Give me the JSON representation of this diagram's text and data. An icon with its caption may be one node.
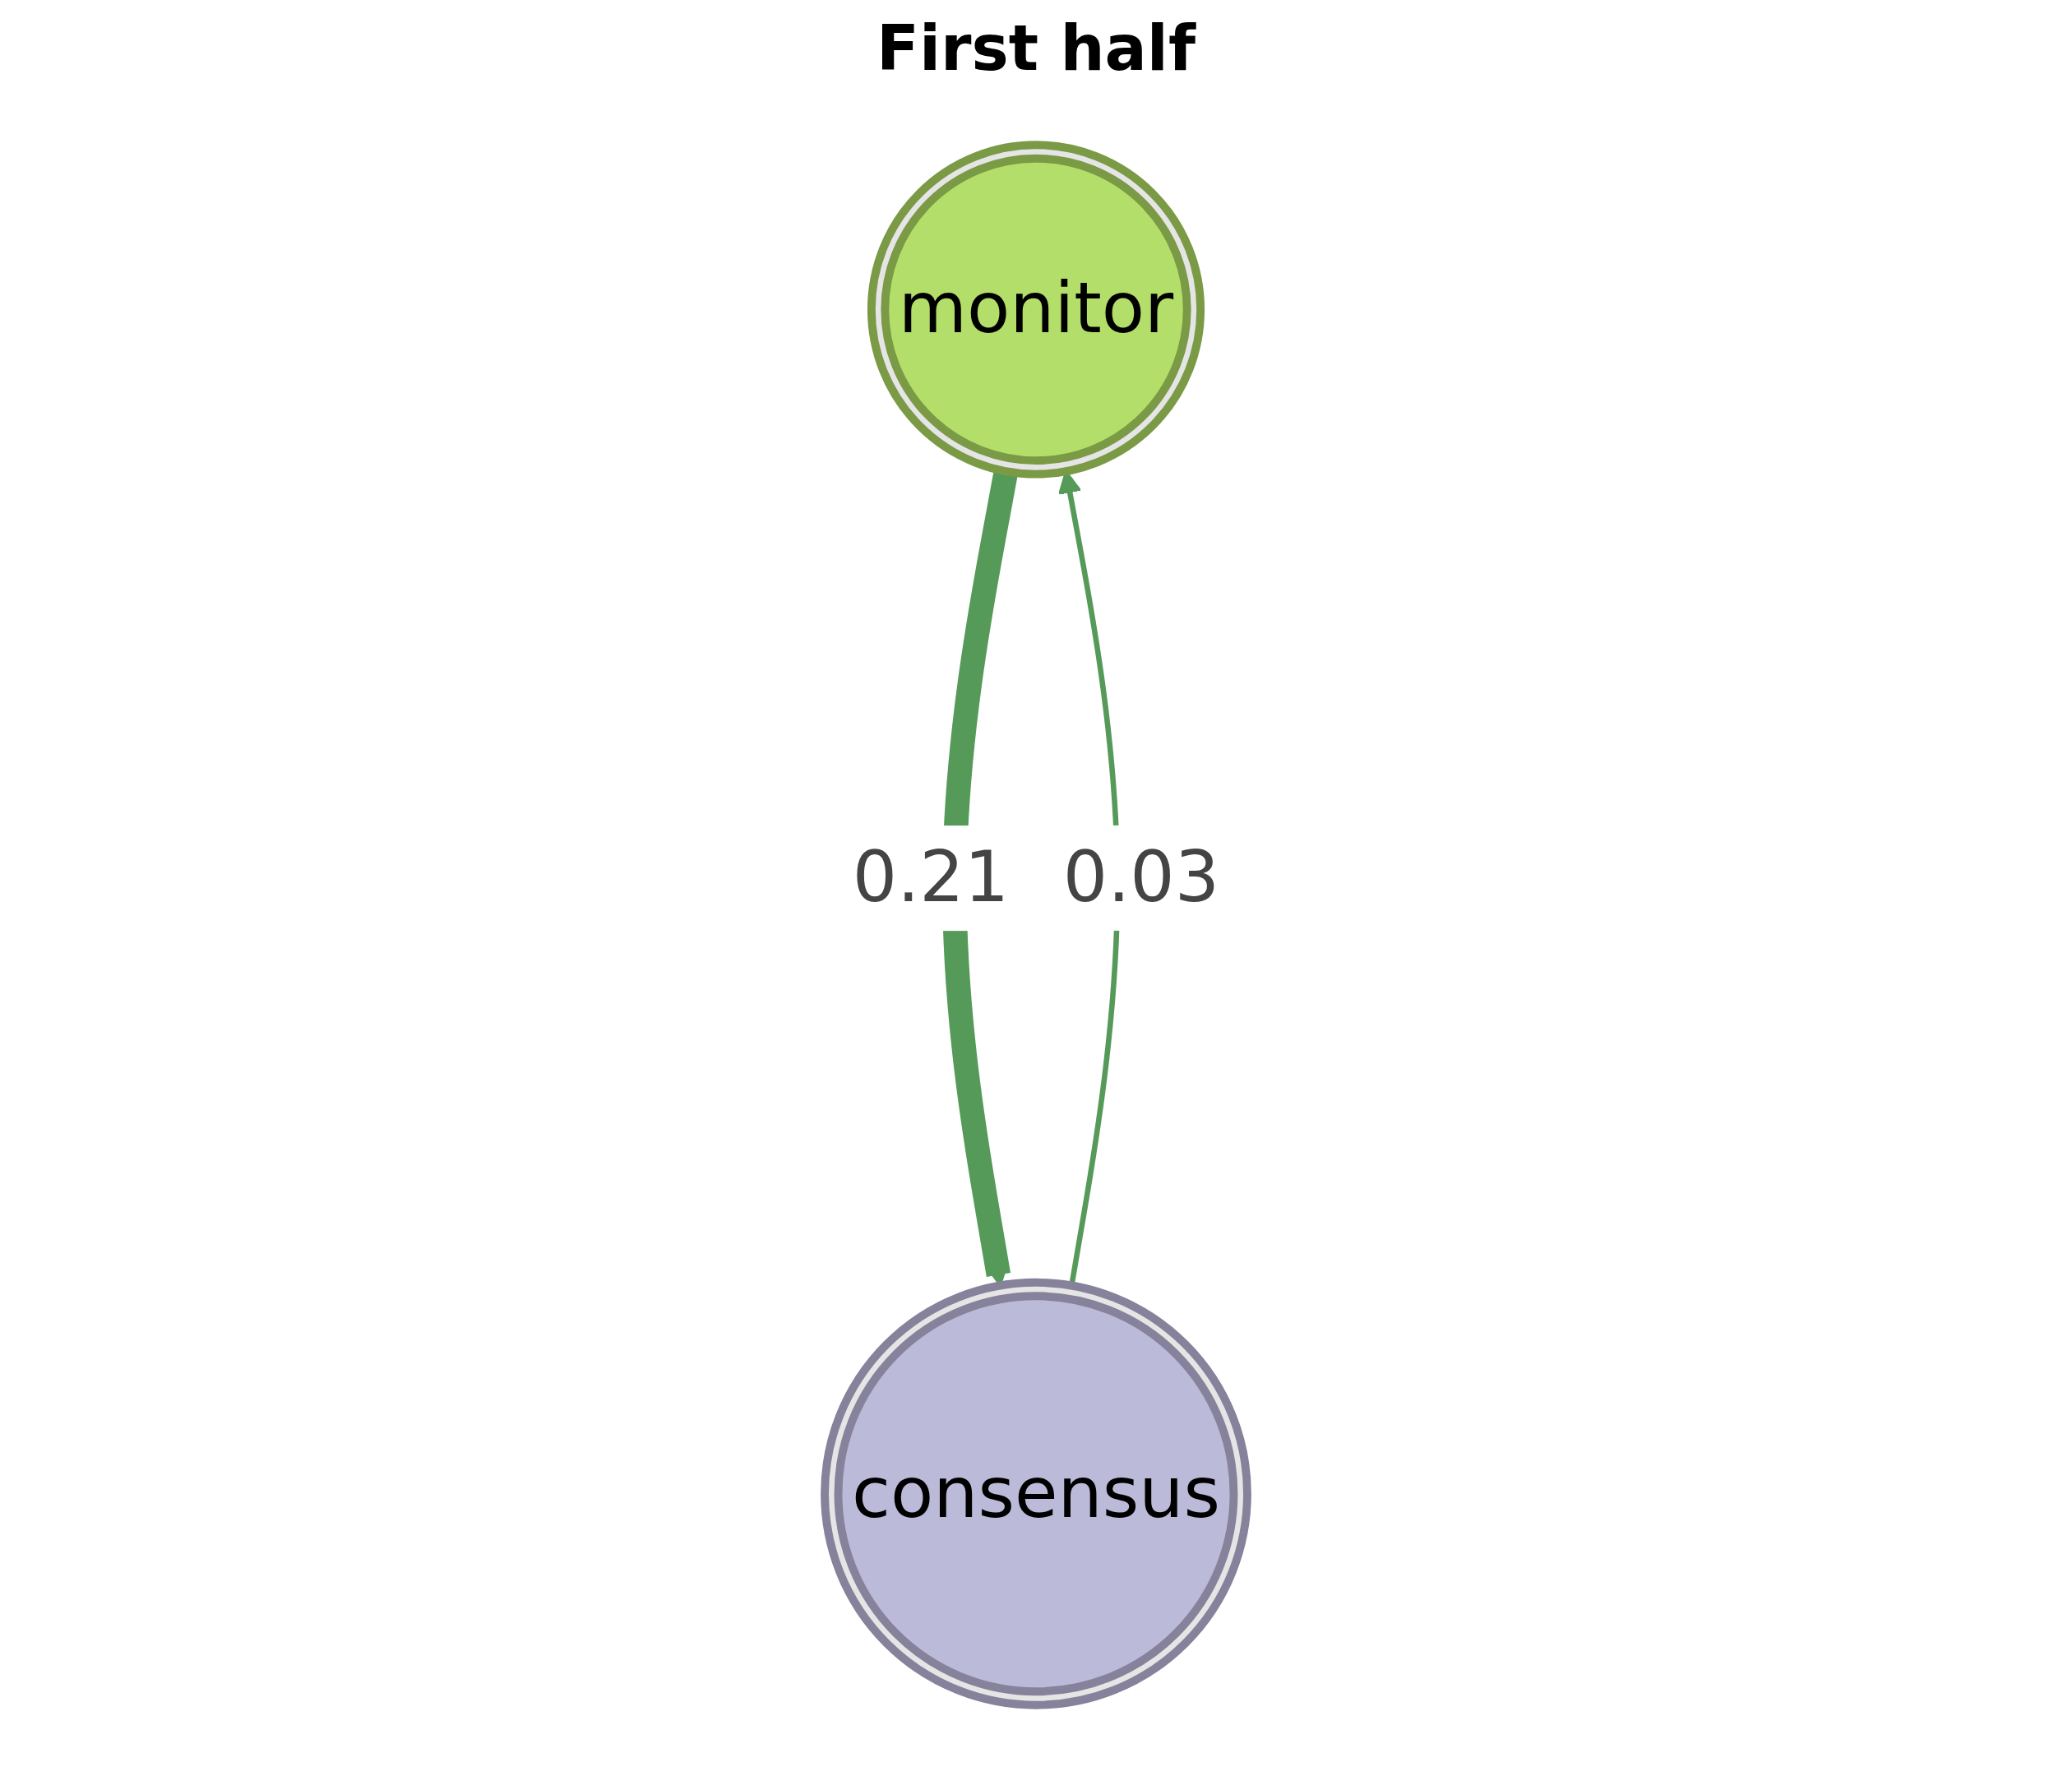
{
  "diagram": {
    "title": "First half",
    "nodes": [
      {
        "text": [
          "monitor"
        ]
      },
      {
        "text": [
          "consensus"
        ]
      }
    ],
    "edges": [
      {
        "from": 0,
        "to": 1,
        "arrow": "to",
        "label": "0.21",
        "style": "thick"
      },
      {
        "from": 1,
        "to": 0,
        "arrow": "to",
        "label": "0.03"
      }
    ]
  }
}
